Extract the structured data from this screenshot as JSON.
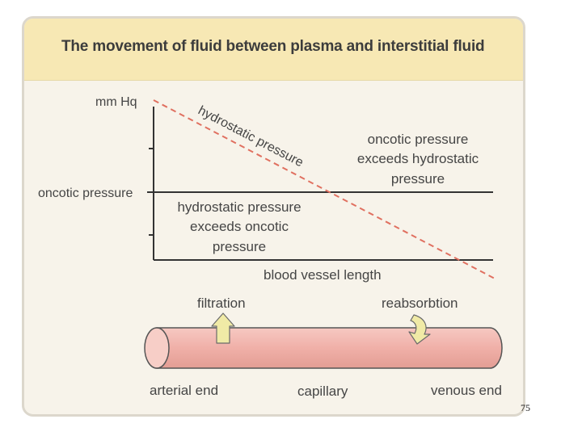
{
  "title": "The movement of fluid between plasma and interstitial fluid",
  "graph": {
    "y_axis_label": "mm Hq",
    "x_axis_label": "blood vessel length",
    "oncotic_line_label": "oncotic pressure",
    "hydrostatic_line_label": [
      "hydrostatic",
      "pressure"
    ],
    "upper_region_label": [
      "oncotic pressure",
      "exceeds hydrostatic",
      "pressure"
    ],
    "lower_region_label": [
      "hydrostatic pressure",
      "exceeds oncotic",
      "pressure"
    ]
  },
  "vessel": {
    "filtration_label": "filtration",
    "reabsorption_label": "reabsorbtion",
    "arterial_end_label": "arterial end",
    "capillary_label": "capillary",
    "venous_end_label": "venous end"
  },
  "colors": {
    "title_band": "#f7e8b4",
    "hydrostatic_line": "#e07060",
    "capillary_fill": "#f2b4ac",
    "arrow_fill": "#f0eaa6"
  },
  "page_number": "75"
}
